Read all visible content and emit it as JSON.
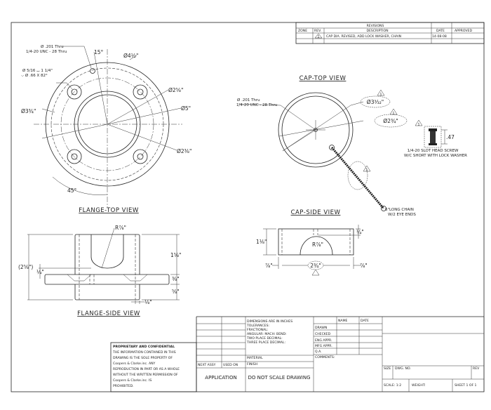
{
  "revisions": {
    "title": "REVISIONS",
    "headers": [
      "ZONE",
      "REV.",
      "DESCRIPTION",
      "DATE",
      "APPROVED"
    ],
    "rows": [
      {
        "zone": "",
        "rev": "1",
        "description": "CAP DIA. REVISED, ADD LOCK WASHER, CHAIN",
        "date": "14-08-08",
        "approved": ""
      }
    ]
  },
  "flange_top": {
    "title": "FLANGE-TOP VIEW",
    "angle_top": "15°",
    "angle_bottom": "45°",
    "hole_note_1": "Ø .201 Thru",
    "hole_note_2": "1/4-20 UNC - 28 Thru",
    "cs_note_1": "Ø 5/16 ⌴ 1 1/4\"",
    "cs_note_2": "⌵ Ø .66 X 82°",
    "d_outer": "Ø4½\"",
    "d_a": "Ø2⅝\"",
    "d_b": "Ø5\"",
    "d_c": "Ø2⅜\"",
    "d_left": "Ø3¾\""
  },
  "flange_side": {
    "title": "FLANGE-SIDE VIEW",
    "radius": "R⅞\"",
    "height_top": "1⅝\"",
    "overall": "(2⅝\")",
    "step": "¼\"",
    "flange_thk": "⅜\"",
    "bottom": "⅝\"",
    "wall": "⅛\""
  },
  "cap_top": {
    "title": "CAP-TOP VIEW",
    "hole_note_1": "Ø .201 Thru",
    "hole_note_2": "1/4-20 UNC - 28 Thru",
    "d_outer": "Ø3³⁄₃₂\"",
    "d_inner": "Ø2¾\"",
    "rev_mark": "1",
    "screw_dim": ".47",
    "screw_note_1": "1/4-20 SLOT HEAD SCREW",
    "screw_note_2": "W/C SHORT WITH LOCK WASHER",
    "chain_note_1": "6\"LONG CHAIN",
    "chain_note_2": "W/2 EYE ENDS"
  },
  "cap_side": {
    "title": "CAP-SIDE VIEW",
    "height": "1⅛\"",
    "radius": "R⅞\"",
    "top": "¼\"",
    "left": "⅞\"",
    "width": "2¾\"",
    "right": "⅞\""
  },
  "title_block": {
    "proprietary_title": "PROPRIETARY AND CONFIDENTIAL",
    "proprietary_lines": [
      "THE INFORMATION CONTAINED IN THIS",
      "DRAWING IS THE SOLE PROPERTY OF",
      "Coopers & Clarke.inc. ANY",
      "REPRODUCTION IN PART OR AS A WHOLE",
      "WITHOUT THE WRITTEN PERMISSION OF",
      "Coopers & Clarke.inc. IS",
      "PROHIBITED."
    ],
    "tolerance_lines": [
      "DIMENSIONS ARE IN INCHES",
      "TOLERANCES:",
      "FRACTIONAL:",
      "ANGULAR: MACH:      BEND:",
      "TWO PLACE DECIMAL:",
      "THREE PLACE DECIMAL:"
    ],
    "material": "MATERIAL",
    "finish": "FINISH",
    "next_assy": "NEXT ASSY",
    "used_on": "USED ON",
    "application": "APPLICATION",
    "do_not_scale": "DO NOT SCALE DRAWING",
    "name": "NAME",
    "date": "DATE",
    "approvals": [
      "DRAWN",
      "CHECKED",
      "ENG APPR.",
      "MFG APPR.",
      "Q.A."
    ],
    "comments": "COMMENTS:",
    "size": "SIZE",
    "dwg_no": "DWG. NO.",
    "rev": "REV",
    "scale": "SCALE: 1:2",
    "weight": "WEIGHT:",
    "sheet": "SHEET 1 OF 1"
  }
}
